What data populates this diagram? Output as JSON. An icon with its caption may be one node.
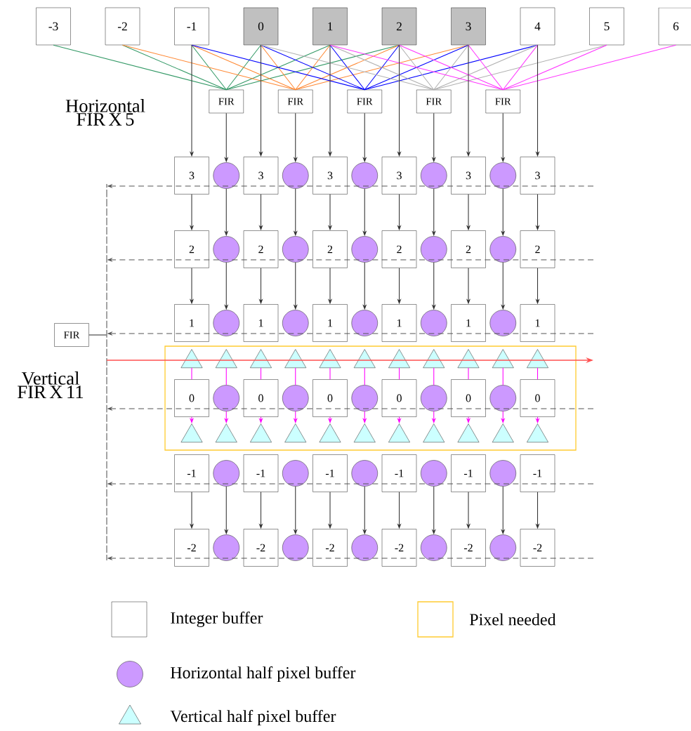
{
  "diagram": {
    "nodes": [
      {
        "text": [
          "-3"
        ]
      },
      {
        "text": [
          "-2"
        ]
      },
      {
        "text": [
          "-1"
        ]
      },
      {
        "text": [
          "0"
        ]
      },
      {
        "text": [
          "1"
        ]
      },
      {
        "text": [
          "2"
        ]
      },
      {
        "text": [
          "3"
        ]
      },
      {
        "text": [
          "4"
        ]
      },
      {
        "text": [
          "5"
        ]
      },
      {
        "text": [
          "6"
        ]
      },
      {
        "text": [
          "FIR"
        ]
      },
      {
        "text": [
          "FIR"
        ]
      },
      {
        "text": [
          "FIR"
        ]
      },
      {
        "text": [
          "FIR"
        ]
      },
      {
        "text": [
          "FIR"
        ]
      },
      {
        "text": [
          "3"
        ]
      },
      {
        "text": [],
        "shape": "circle"
      },
      {
        "text": [
          "3"
        ]
      },
      {
        "text": [],
        "shape": "circle"
      },
      {
        "text": [
          "3"
        ]
      },
      {
        "text": [],
        "shape": "circle"
      },
      {
        "text": [
          "3"
        ]
      },
      {
        "text": [],
        "shape": "circle"
      },
      {
        "text": [
          "3"
        ]
      },
      {
        "text": [],
        "shape": "circle"
      },
      {
        "text": [
          "3"
        ]
      },
      {
        "text": [
          "2"
        ]
      },
      {
        "text": [],
        "shape": "circle"
      },
      {
        "text": [
          "2"
        ]
      },
      {
        "text": [],
        "shape": "circle"
      },
      {
        "text": [
          "2"
        ]
      },
      {
        "text": [],
        "shape": "circle"
      },
      {
        "text": [
          "2"
        ]
      },
      {
        "text": [],
        "shape": "circle"
      },
      {
        "text": [
          "2"
        ]
      },
      {
        "text": [],
        "shape": "circle"
      },
      {
        "text": [
          "2"
        ]
      },
      {
        "text": [
          "1"
        ]
      },
      {
        "text": [],
        "shape": "circle"
      },
      {
        "text": [
          "1"
        ]
      },
      {
        "text": [],
        "shape": "circle"
      },
      {
        "text": [
          "1"
        ]
      },
      {
        "text": [],
        "shape": "circle"
      },
      {
        "text": [
          "1"
        ]
      },
      {
        "text": [],
        "shape": "circle"
      },
      {
        "text": [
          "1"
        ]
      },
      {
        "text": [],
        "shape": "circle"
      },
      {
        "text": [
          "1"
        ]
      },
      {
        "text": [
          "FIR"
        ]
      },
      {
        "text": [],
        "shape": "box"
      },
      {
        "text": [],
        "shape": "triangle",
        "in": 49
      },
      {
        "text": [],
        "shape": "triangle",
        "in": 49
      },
      {
        "text": [],
        "shape": "triangle",
        "in": 49
      },
      {
        "text": [],
        "shape": "triangle",
        "in": 49
      },
      {
        "text": [],
        "shape": "triangle",
        "in": 49
      },
      {
        "text": [],
        "shape": "triangle",
        "in": 49
      },
      {
        "text": [],
        "shape": "triangle",
        "in": 49
      },
      {
        "text": [],
        "shape": "triangle",
        "in": 49
      },
      {
        "text": [],
        "shape": "triangle",
        "in": 49
      },
      {
        "text": [],
        "shape": "triangle",
        "in": 49
      },
      {
        "text": [],
        "shape": "triangle",
        "in": 49
      },
      {
        "text": [
          "0"
        ],
        "in": 49
      },
      {
        "text": [],
        "shape": "circle",
        "in": 49
      },
      {
        "text": [
          "0"
        ],
        "in": 49
      },
      {
        "text": [],
        "shape": "circle",
        "in": 49
      },
      {
        "text": [
          "0"
        ],
        "in": 49
      },
      {
        "text": [],
        "shape": "circle",
        "in": 49
      },
      {
        "text": [
          "0"
        ],
        "in": 49
      },
      {
        "text": [],
        "shape": "circle",
        "in": 49
      },
      {
        "text": [
          "0"
        ],
        "in": 49
      },
      {
        "text": [],
        "shape": "circle",
        "in": 49
      },
      {
        "text": [
          "0"
        ],
        "in": 49
      },
      {
        "text": [],
        "shape": "triangle",
        "in": 49
      },
      {
        "text": [],
        "shape": "triangle",
        "in": 49
      },
      {
        "text": [],
        "shape": "triangle",
        "in": 49
      },
      {
        "text": [],
        "shape": "triangle",
        "in": 49
      },
      {
        "text": [],
        "shape": "triangle",
        "in": 49
      },
      {
        "text": [],
        "shape": "triangle",
        "in": 49
      },
      {
        "text": [],
        "shape": "triangle",
        "in": 49
      },
      {
        "text": [],
        "shape": "triangle",
        "in": 49
      },
      {
        "text": [],
        "shape": "triangle",
        "in": 49
      },
      {
        "text": [],
        "shape": "triangle",
        "in": 49
      },
      {
        "text": [],
        "shape": "triangle",
        "in": 49
      },
      {
        "text": [
          "-1"
        ]
      },
      {
        "text": [],
        "shape": "circle"
      },
      {
        "text": [
          "-1"
        ]
      },
      {
        "text": [],
        "shape": "circle"
      },
      {
        "text": [
          "-1"
        ]
      },
      {
        "text": [],
        "shape": "circle"
      },
      {
        "text": [
          "-1"
        ]
      },
      {
        "text": [],
        "shape": "circle"
      },
      {
        "text": [
          "-1"
        ]
      },
      {
        "text": [],
        "shape": "circle"
      },
      {
        "text": [
          "-1"
        ]
      },
      {
        "text": [
          "-2"
        ]
      },
      {
        "text": [],
        "shape": "circle"
      },
      {
        "text": [
          "-2"
        ]
      },
      {
        "text": [],
        "shape": "circle"
      },
      {
        "text": [
          "-2"
        ]
      },
      {
        "text": [],
        "shape": "circle"
      },
      {
        "text": [
          "-2"
        ]
      },
      {
        "text": [],
        "shape": "circle"
      },
      {
        "text": [
          "-2"
        ]
      },
      {
        "text": [],
        "shape": "circle"
      },
      {
        "text": [
          "-2"
        ]
      },
      {
        "text": [],
        "shape": "bar"
      }
    ],
    "edges": [
      {
        "from": 0,
        "to": 10,
        "arrow": "none",
        "color": "#339966"
      },
      {
        "from": 1,
        "to": 10,
        "arrow": "none",
        "color": "#339966"
      },
      {
        "from": 2,
        "to": 10,
        "arrow": "none",
        "color": "#339966"
      },
      {
        "from": 3,
        "to": 10,
        "arrow": "none",
        "color": "#339966"
      },
      {
        "from": 4,
        "to": 10,
        "arrow": "none",
        "color": "#339966"
      },
      {
        "from": 5,
        "to": 10,
        "arrow": "none",
        "color": "#339966"
      },
      {
        "from": 1,
        "to": 11,
        "arrow": "none",
        "color": "#ff8833"
      },
      {
        "from": 2,
        "to": 11,
        "arrow": "none",
        "color": "#ff8833"
      },
      {
        "from": 3,
        "to": 11,
        "arrow": "none",
        "color": "#ff8833"
      },
      {
        "from": 4,
        "to": 11,
        "arrow": "none",
        "color": "#ff8833"
      },
      {
        "from": 5,
        "to": 11,
        "arrow": "none",
        "color": "#ff8833"
      },
      {
        "from": 6,
        "to": 11,
        "arrow": "none",
        "color": "#ff8833"
      },
      {
        "from": 2,
        "to": 12,
        "arrow": "none",
        "color": "#0000ff"
      },
      {
        "from": 3,
        "to": 12,
        "arrow": "none",
        "color": "#0000ff"
      },
      {
        "from": 4,
        "to": 12,
        "arrow": "none",
        "color": "#0000ff"
      },
      {
        "from": 5,
        "to": 12,
        "arrow": "none",
        "color": "#0000ff"
      },
      {
        "from": 6,
        "to": 12,
        "arrow": "none",
        "color": "#0000ff"
      },
      {
        "from": 7,
        "to": 12,
        "arrow": "none",
        "color": "#0000ff"
      },
      {
        "from": 3,
        "to": 13,
        "arrow": "none",
        "color": "#b0b0b0"
      },
      {
        "from": 4,
        "to": 13,
        "arrow": "none",
        "color": "#b0b0b0"
      },
      {
        "from": 5,
        "to": 13,
        "arrow": "none",
        "color": "#b0b0b0"
      },
      {
        "from": 6,
        "to": 13,
        "arrow": "none",
        "color": "#b0b0b0"
      },
      {
        "from": 7,
        "to": 13,
        "arrow": "none",
        "color": "#b0b0b0"
      },
      {
        "from": 8,
        "to": 13,
        "arrow": "none",
        "color": "#b0b0b0"
      },
      {
        "from": 4,
        "to": 14,
        "arrow": "none",
        "color": "#ff33ff"
      },
      {
        "from": 5,
        "to": 14,
        "arrow": "none",
        "color": "#ff33ff"
      },
      {
        "from": 6,
        "to": 14,
        "arrow": "none",
        "color": "#ff33ff"
      },
      {
        "from": 7,
        "to": 14,
        "arrow": "none",
        "color": "#ff33ff"
      },
      {
        "from": 8,
        "to": 14,
        "arrow": "none",
        "color": "#ff33ff"
      },
      {
        "from": 9,
        "to": 14,
        "arrow": "none",
        "color": "#ff33ff"
      },
      {
        "from": 2,
        "to": 15,
        "arrow": "to"
      },
      {
        "from": 10,
        "to": 16,
        "arrow": "to"
      },
      {
        "from": 3,
        "to": 17,
        "arrow": "to"
      },
      {
        "from": 11,
        "to": 18,
        "arrow": "to"
      },
      {
        "from": 4,
        "to": 19,
        "arrow": "to"
      },
      {
        "from": 12,
        "to": 20,
        "arrow": "to"
      },
      {
        "from": 5,
        "to": 21,
        "arrow": "to"
      },
      {
        "from": 13,
        "to": 22,
        "arrow": "to"
      },
      {
        "from": 6,
        "to": 23,
        "arrow": "to"
      },
      {
        "from": 14,
        "to": 24,
        "arrow": "to"
      },
      {
        "from": 7,
        "to": 25,
        "arrow": "to"
      },
      {
        "from": 15,
        "to": 26,
        "arrow": "to"
      },
      {
        "from": 16,
        "to": 27,
        "arrow": "to"
      },
      {
        "from": 17,
        "to": 28,
        "arrow": "to"
      },
      {
        "from": 18,
        "to": 29,
        "arrow": "to"
      },
      {
        "from": 19,
        "to": 30,
        "arrow": "to"
      },
      {
        "from": 20,
        "to": 31,
        "arrow": "to"
      },
      {
        "from": 21,
        "to": 32,
        "arrow": "to"
      },
      {
        "from": 22,
        "to": 33,
        "arrow": "to"
      },
      {
        "from": 23,
        "to": 34,
        "arrow": "to"
      },
      {
        "from": 24,
        "to": 35,
        "arrow": "to"
      },
      {
        "from": 25,
        "to": 36,
        "arrow": "to"
      },
      {
        "from": 26,
        "to": 37,
        "arrow": "to"
      },
      {
        "from": 27,
        "to": 38,
        "arrow": "to"
      },
      {
        "from": 28,
        "to": 39,
        "arrow": "to"
      },
      {
        "from": 29,
        "to": 40,
        "arrow": "to"
      },
      {
        "from": 30,
        "to": 41,
        "arrow": "to"
      },
      {
        "from": 31,
        "to": 42,
        "arrow": "to"
      },
      {
        "from": 32,
        "to": 43,
        "arrow": "to"
      },
      {
        "from": 33,
        "to": 44,
        "arrow": "to"
      },
      {
        "from": 34,
        "to": 45,
        "arrow": "to"
      },
      {
        "from": 35,
        "to": 46,
        "arrow": "to"
      },
      {
        "from": 36,
        "to": 47,
        "arrow": "to"
      },
      {
        "from": 50,
        "to": 61,
        "arrow": "none",
        "color": "#ff00ff"
      },
      {
        "from": 61,
        "to": 72,
        "arrow": "to",
        "color": "#ff00ff"
      },
      {
        "from": 51,
        "to": 62,
        "arrow": "none",
        "color": "#ff00ff"
      },
      {
        "from": 62,
        "to": 73,
        "arrow": "to",
        "color": "#ff00ff"
      },
      {
        "from": 52,
        "to": 63,
        "arrow": "none",
        "color": "#ff00ff"
      },
      {
        "from": 63,
        "to": 74,
        "arrow": "to",
        "color": "#ff00ff"
      },
      {
        "from": 53,
        "to": 64,
        "arrow": "none",
        "color": "#ff00ff"
      },
      {
        "from": 64,
        "to": 75,
        "arrow": "to",
        "color": "#ff00ff"
      },
      {
        "from": 54,
        "to": 65,
        "arrow": "none",
        "color": "#ff00ff"
      },
      {
        "from": 65,
        "to": 76,
        "arrow": "to",
        "color": "#ff00ff"
      },
      {
        "from": 55,
        "to": 66,
        "arrow": "none",
        "color": "#ff00ff"
      },
      {
        "from": 66,
        "to": 77,
        "arrow": "to",
        "color": "#ff00ff"
      },
      {
        "from": 56,
        "to": 67,
        "arrow": "none",
        "color": "#ff00ff"
      },
      {
        "from": 67,
        "to": 78,
        "arrow": "to",
        "color": "#ff00ff"
      },
      {
        "from": 57,
        "to": 68,
        "arrow": "none",
        "color": "#ff00ff"
      },
      {
        "from": 68,
        "to": 79,
        "arrow": "to",
        "color": "#ff00ff"
      },
      {
        "from": 58,
        "to": 69,
        "arrow": "none",
        "color": "#ff00ff"
      },
      {
        "from": 69,
        "to": 80,
        "arrow": "to",
        "color": "#ff00ff"
      },
      {
        "from": 59,
        "to": 70,
        "arrow": "none",
        "color": "#ff00ff"
      },
      {
        "from": 70,
        "to": 81,
        "arrow": "to",
        "color": "#ff00ff"
      },
      {
        "from": 60,
        "to": 71,
        "arrow": "none",
        "color": "#ff00ff"
      },
      {
        "from": 71,
        "to": 82,
        "arrow": "to",
        "color": "#ff00ff"
      },
      {
        "from": 83,
        "to": 94,
        "arrow": "to"
      },
      {
        "from": 84,
        "to": 95,
        "arrow": "to"
      },
      {
        "from": 85,
        "to": 96,
        "arrow": "to"
      },
      {
        "from": 86,
        "to": 97,
        "arrow": "to"
      },
      {
        "from": 87,
        "to": 98,
        "arrow": "to"
      },
      {
        "from": 88,
        "to": 99,
        "arrow": "to"
      },
      {
        "from": 89,
        "to": 100,
        "arrow": "to"
      },
      {
        "from": 90,
        "to": 101,
        "arrow": "to"
      },
      {
        "from": 91,
        "to": 102,
        "arrow": "to"
      },
      {
        "from": 92,
        "to": 103,
        "arrow": "to"
      },
      {
        "from": 93,
        "to": 104,
        "arrow": "to"
      },
      {
        "from": null,
        "to": 105,
        "arrow": "to",
        "style": "dashed"
      },
      {
        "from": null,
        "to": 105,
        "arrow": "to",
        "style": "dashed"
      },
      {
        "from": null,
        "to": 105,
        "arrow": "to",
        "style": "dashed"
      },
      {
        "from": null,
        "to": 105,
        "arrow": "to",
        "style": "dashed"
      },
      {
        "from": null,
        "to": 105,
        "arrow": "to",
        "style": "dashed"
      },
      {
        "from": null,
        "to": 105,
        "arrow": "to",
        "style": "dashed"
      },
      {
        "from": 105,
        "to": 48,
        "arrow": "none"
      }
    ],
    "labels": [
      "Horizontal FIR X 5",
      "Vertical FIR X 11"
    ],
    "legend": [
      {
        "text": "Integer buffer"
      },
      {
        "text": "Pixel needed"
      },
      {
        "text": "Horizontal half pixel buffer"
      },
      {
        "text": "Vertical half pixel buffer"
      }
    ]
  }
}
